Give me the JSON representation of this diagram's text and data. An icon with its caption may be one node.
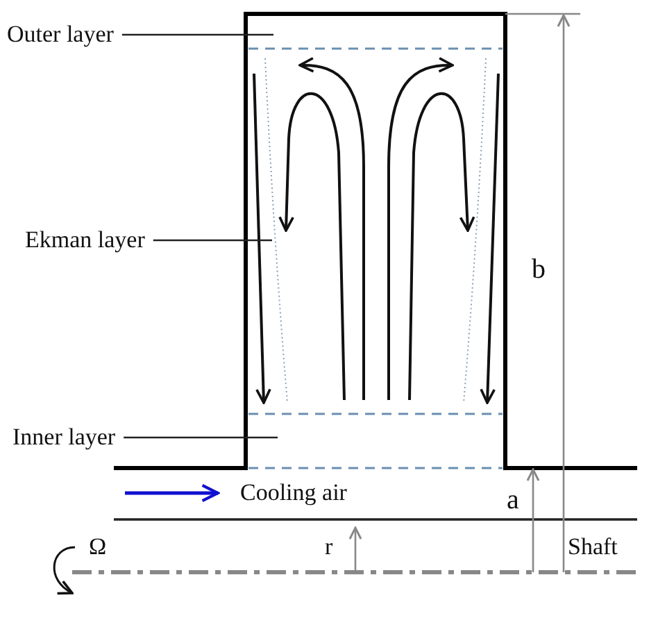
{
  "diagram": {
    "nodes": [
      {
        "text": [
          "Outer layer"
        ]
      },
      {
        "text": [
          "Ekman layer"
        ]
      },
      {
        "text": [
          "Inner layer"
        ]
      }
    ],
    "edges": [
      {
        "from": 0,
        "to": null,
        "arrow": "none"
      },
      {
        "from": 1,
        "to": null,
        "arrow": "none"
      },
      {
        "from": 2,
        "to": null,
        "arrow": "none"
      }
    ],
    "labels": [
      "b",
      "Cooling air",
      "a",
      "Ω",
      "r",
      "Shaft"
    ]
  }
}
